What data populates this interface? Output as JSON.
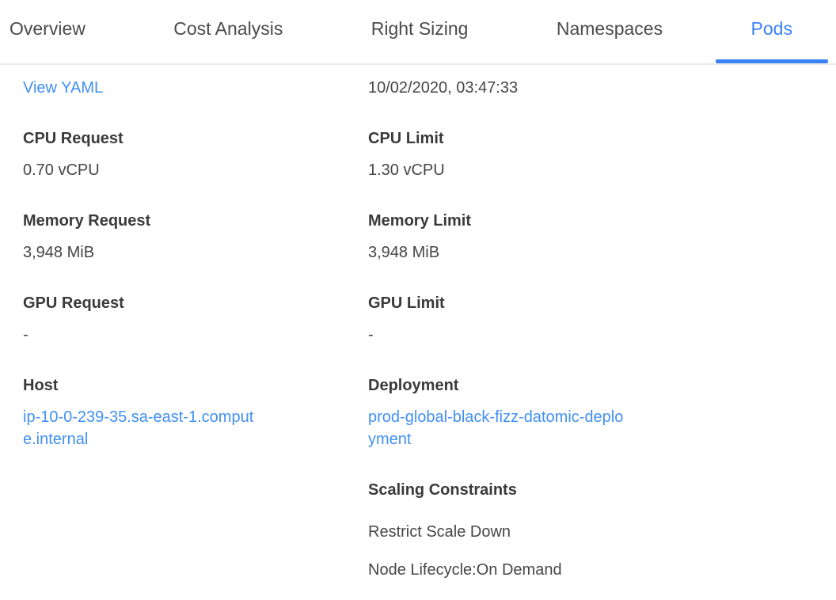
{
  "tabs": [
    {
      "label": "Overview"
    },
    {
      "label": "Cost Analysis"
    },
    {
      "label": "Right Sizing"
    },
    {
      "label": "Namespaces"
    },
    {
      "label": "Pods"
    }
  ],
  "pod": {
    "view_yaml_label": "View YAML",
    "timestamp": "10/02/2020, 03:47:33",
    "left_fields": [
      {
        "label": "CPU Request",
        "value": "0.70 vCPU"
      },
      {
        "label": "Memory Request",
        "value": "3,948 MiB"
      },
      {
        "label": "GPU Request",
        "value": "-"
      },
      {
        "label": "Host",
        "value": "ip-10-0-239-35.sa-east-1.compute.internal",
        "type": "link"
      }
    ],
    "right_fields": [
      {
        "label": "CPU Limit",
        "value": "1.30 vCPU"
      },
      {
        "label": "Memory Limit",
        "value": "3,948 MiB"
      },
      {
        "label": "GPU Limit",
        "value": "-"
      },
      {
        "label": "Deployment",
        "value": "prod-global-black-fizz-datomic-deployment",
        "type": "link"
      },
      {
        "label": "Scaling Constraints",
        "values": [
          "Restrict Scale Down",
          "Node Lifecycle:On Demand"
        ]
      }
    ]
  },
  "colors": {
    "active_tab_blue": "#3b82f6",
    "link_blue": "#4190f4",
    "tab_text": "#4b4b4b",
    "label_text": "#3a3a3a",
    "value_text": "#464646",
    "tabbar_border": "#ececec"
  }
}
